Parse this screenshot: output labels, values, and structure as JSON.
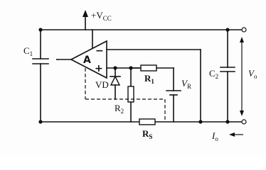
{
  "labels": {
    "vcc": "+V",
    "vcc_sub": "CC",
    "c1": "C",
    "c1_sub": "1",
    "amp": "A",
    "minus": "−",
    "plus": "+",
    "vd": "VD",
    "r1": "R",
    "r1_sub": "1",
    "vr": "V",
    "vr_sub": "R",
    "r2": "R",
    "r2_sub": "2",
    "rs": "R",
    "rs_sub": "S",
    "c2": "C",
    "c2_sub": "2",
    "vo": "V",
    "vo_sub": "o",
    "io": "I",
    "io_sub": "o"
  }
}
